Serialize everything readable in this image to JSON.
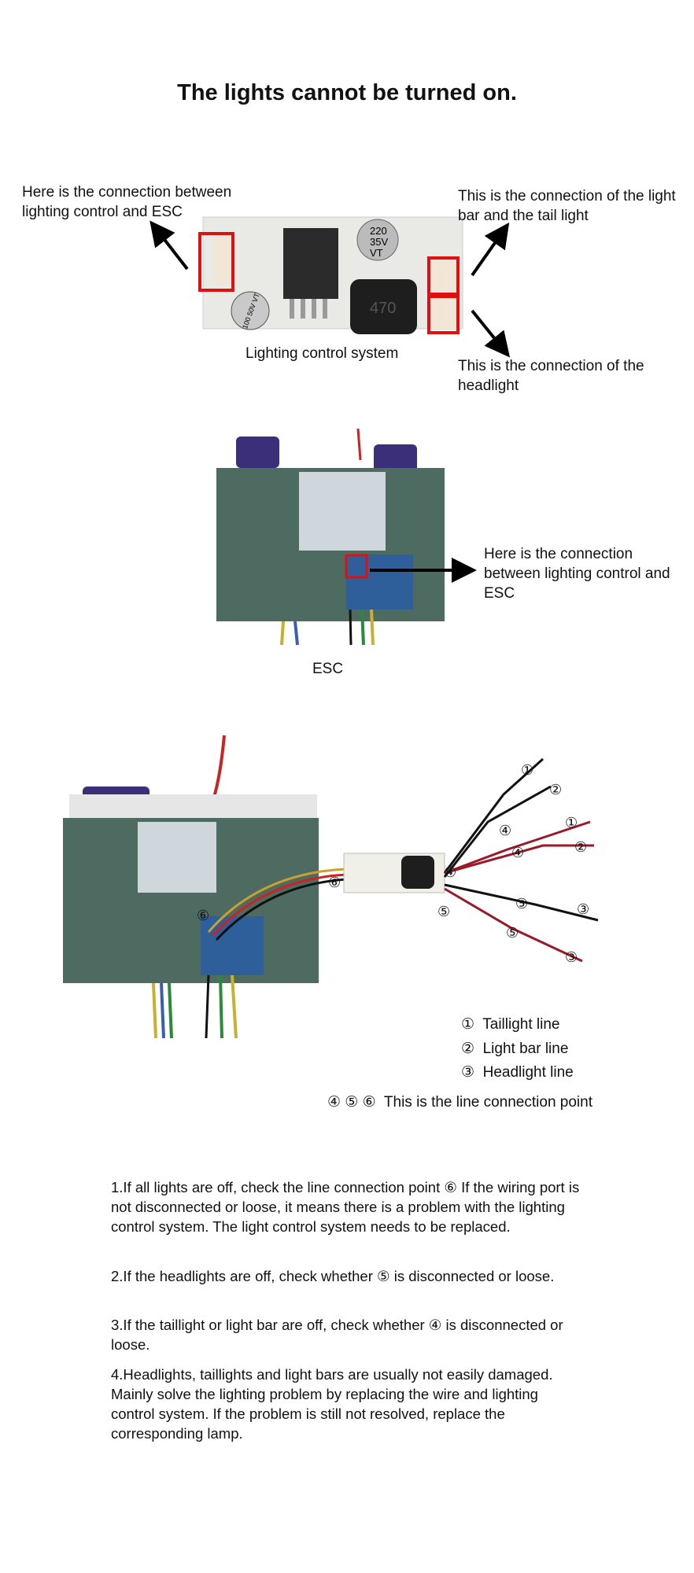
{
  "title": "The lights cannot be turned on.",
  "section1": {
    "left_label": "Here is the connection between lighting control and ESC",
    "right_top_label": "This is the connection of the light bar and the tail light",
    "right_bottom_label": "This is the connection of the headlight",
    "caption": "Lighting control system",
    "component_marks": [
      "220 35V VT",
      "100 50V VT",
      "470"
    ]
  },
  "section2": {
    "right_label": "Here is the connection between lighting control and ESC",
    "caption": "ESC"
  },
  "section3": {
    "legend": [
      {
        "marker": "①",
        "label": "Taillight line"
      },
      {
        "marker": "②",
        "label": "Light bar line"
      },
      {
        "marker": "③",
        "label": "Headlight line"
      }
    ],
    "connection_note": {
      "markers": "④ ⑤ ⑥",
      "label": "This is the line connection point"
    }
  },
  "instructions": [
    "1.If all lights are off, check the line connection point ⑥ If the wiring port is not disconnected or loose, it means there is a problem with the lighting control system. The light control system needs to be replaced.",
    "2.If the headlights are off, check whether ⑤ is disconnected or loose.",
    "3.If the taillight or light bar are off, check whether ④ is disconnected or loose.",
    "4.Headlights, taillights and light bars are usually not easily damaged. Mainly solve the lighting problem by replacing the wire and lighting control system. If the problem is still not resolved, replace the corresponding lamp."
  ],
  "colors": {
    "highlight": "#e01010",
    "wire_red": "#9a1a2a",
    "esc_cover": "#4e6b62"
  }
}
